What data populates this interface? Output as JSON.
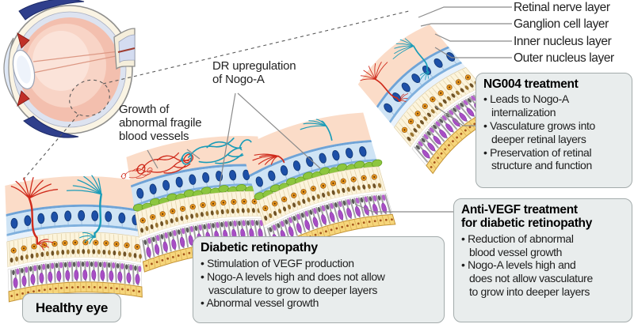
{
  "layer_labels": [
    "Retinal nerve layer",
    "Ganglion cell layer",
    "Inner nucleus layer",
    "Outer nucleus layer"
  ],
  "annotations": {
    "growth_abnormal": "Growth of\nabnormal fragile\nblood vessels",
    "dr_upregulation": "DR upregulation\nof Nogo-A"
  },
  "healthy_eye": {
    "label": "Healthy eye"
  },
  "boxes": {
    "diabetic": {
      "title": "Diabetic retinopathy",
      "bullets": [
        "Stimulation of VEGF production",
        "Nogo-A levels high and does not allow\nvasculature to grow to deeper layers",
        "Abnormal vessel growth"
      ]
    },
    "ng004": {
      "title": "NG004 treatment",
      "bullets": [
        "Leads to Nogo-A\ninternalization",
        "Vasculature grows into\ndeeper retinal layers",
        "Preservation of retinal\nstructure and function"
      ]
    },
    "anti_vegf": {
      "title": "Anti-VEGF treatment\nfor diabetic retinopathy",
      "bullets": [
        "Reduction of abnormal\nblood vessel growth",
        "Nogo-A levels high and\ndoes not allow vasculature\nto grow into deeper layers"
      ]
    }
  },
  "sections": [
    {
      "id": "healthy",
      "vessels": "deep",
      "nogo_a_layer": false
    },
    {
      "id": "diabetic-retinopathy",
      "vessels": "abnormal",
      "nogo_a_layer": true
    },
    {
      "id": "anti-vegf-treated",
      "vessels": "surface",
      "nogo_a_layer": true
    },
    {
      "id": "ng004-treated",
      "vessels": "deep",
      "nogo_a_layer": false
    }
  ],
  "colors": {
    "vessel_red": "#cf2a1b",
    "vessel_teal": "#1a9cb8",
    "nogo_green": "#8dc63f",
    "nerve_peach": "#fbdcc8",
    "ganglion_blue": "#1d50a8",
    "band_blue": "#cfe4f5",
    "inner_cream": "#fcf4dc",
    "orange_cell": "#ef9d20",
    "purple_cell": "#a74ec4",
    "rpe_yellow": "#f6d67c",
    "box_bg": "#e9eded",
    "box_border": "#a3abab",
    "line_gray": "#8b8b8b"
  }
}
